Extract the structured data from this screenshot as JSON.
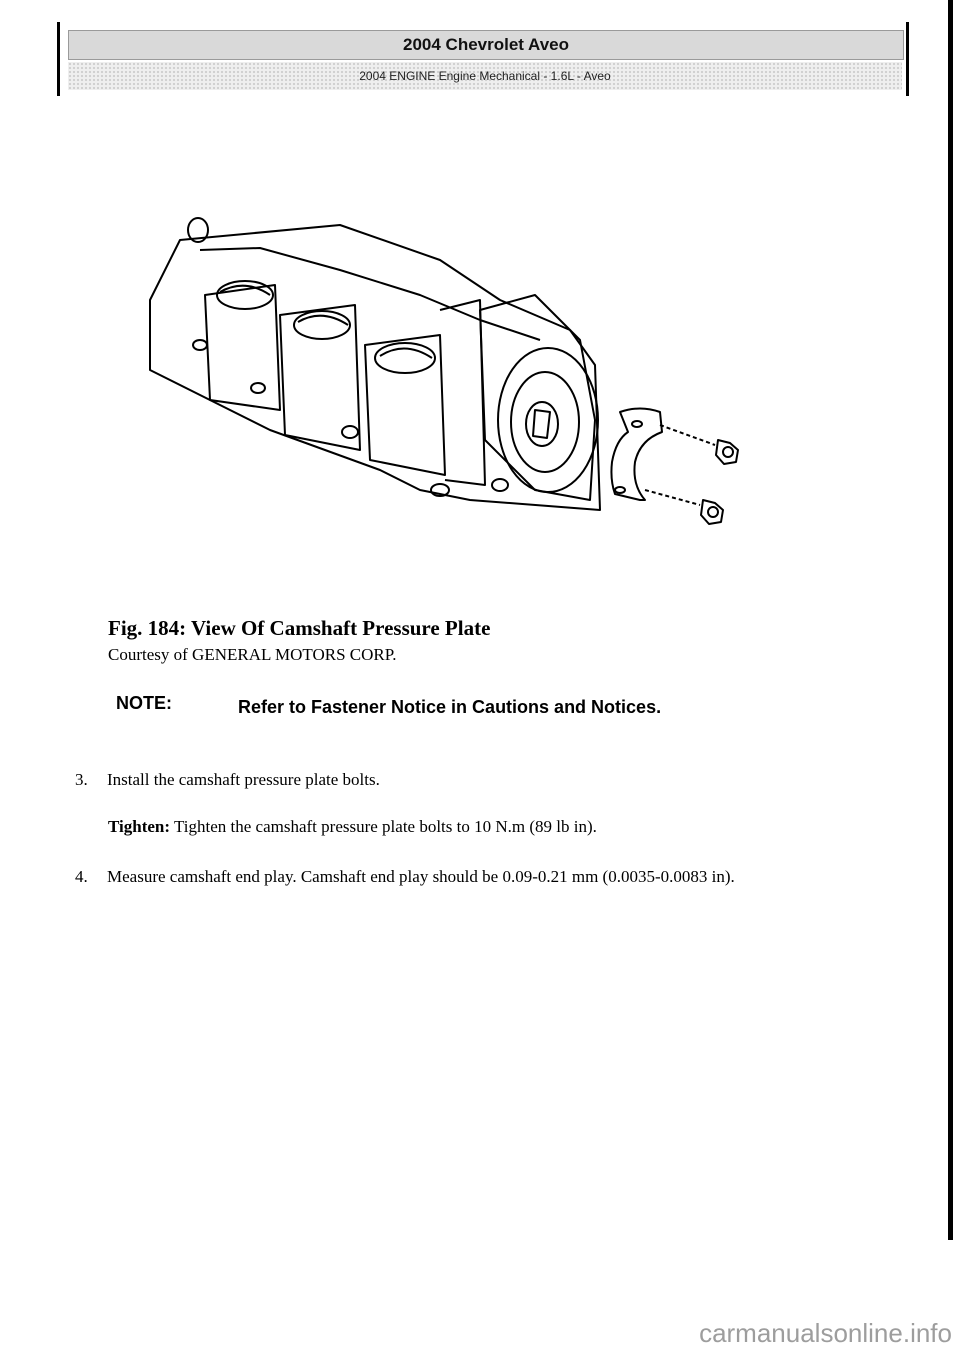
{
  "header": {
    "title": "2004 Chevrolet Aveo",
    "subtitle": "2004 ENGINE Engine Mechanical - 1.6L - Aveo"
  },
  "figure": {
    "caption": "Fig. 184: View Of Camshaft Pressure Plate",
    "courtesy": "Courtesy of GENERAL MOTORS CORP."
  },
  "note": {
    "label": "NOTE:",
    "text": "Refer to Fastener Notice in Cautions and Notices."
  },
  "steps": [
    {
      "number": "3.",
      "text": "Install the camshaft pressure plate bolts."
    },
    {
      "number": "4.",
      "text": "Measure camshaft end play. Camshaft end play should be 0.09-0.21 mm (0.0035-0.0083 in)."
    }
  ],
  "tighten": {
    "label": "Tighten:",
    "text": "Tighten the camshaft pressure plate bolts to 10 N.m (89 lb in)."
  },
  "footer": {
    "watermark": "carmanualsonline.info"
  }
}
